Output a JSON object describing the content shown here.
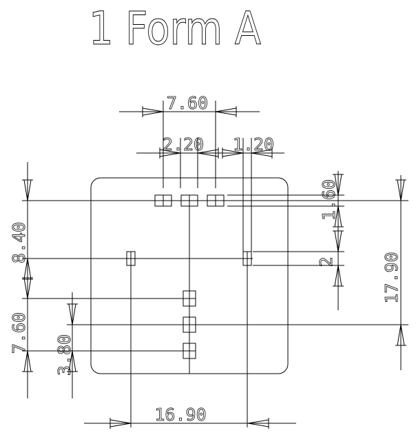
{
  "title": "1 Form A",
  "dimensions": {
    "top_row_span": "7.60",
    "top_pad_width": "2.20",
    "side_pad_width": "1.20",
    "left_row_pitch": "8.40",
    "center_column_span": "7.60",
    "center_column_pitch": "3.80",
    "top_pad_height": "1.60",
    "side_pad_height": "2",
    "overall_height": "17.90",
    "bottom_span": "16.90"
  },
  "style": {
    "line_color": "#000000",
    "background_color": "#ffffff"
  }
}
